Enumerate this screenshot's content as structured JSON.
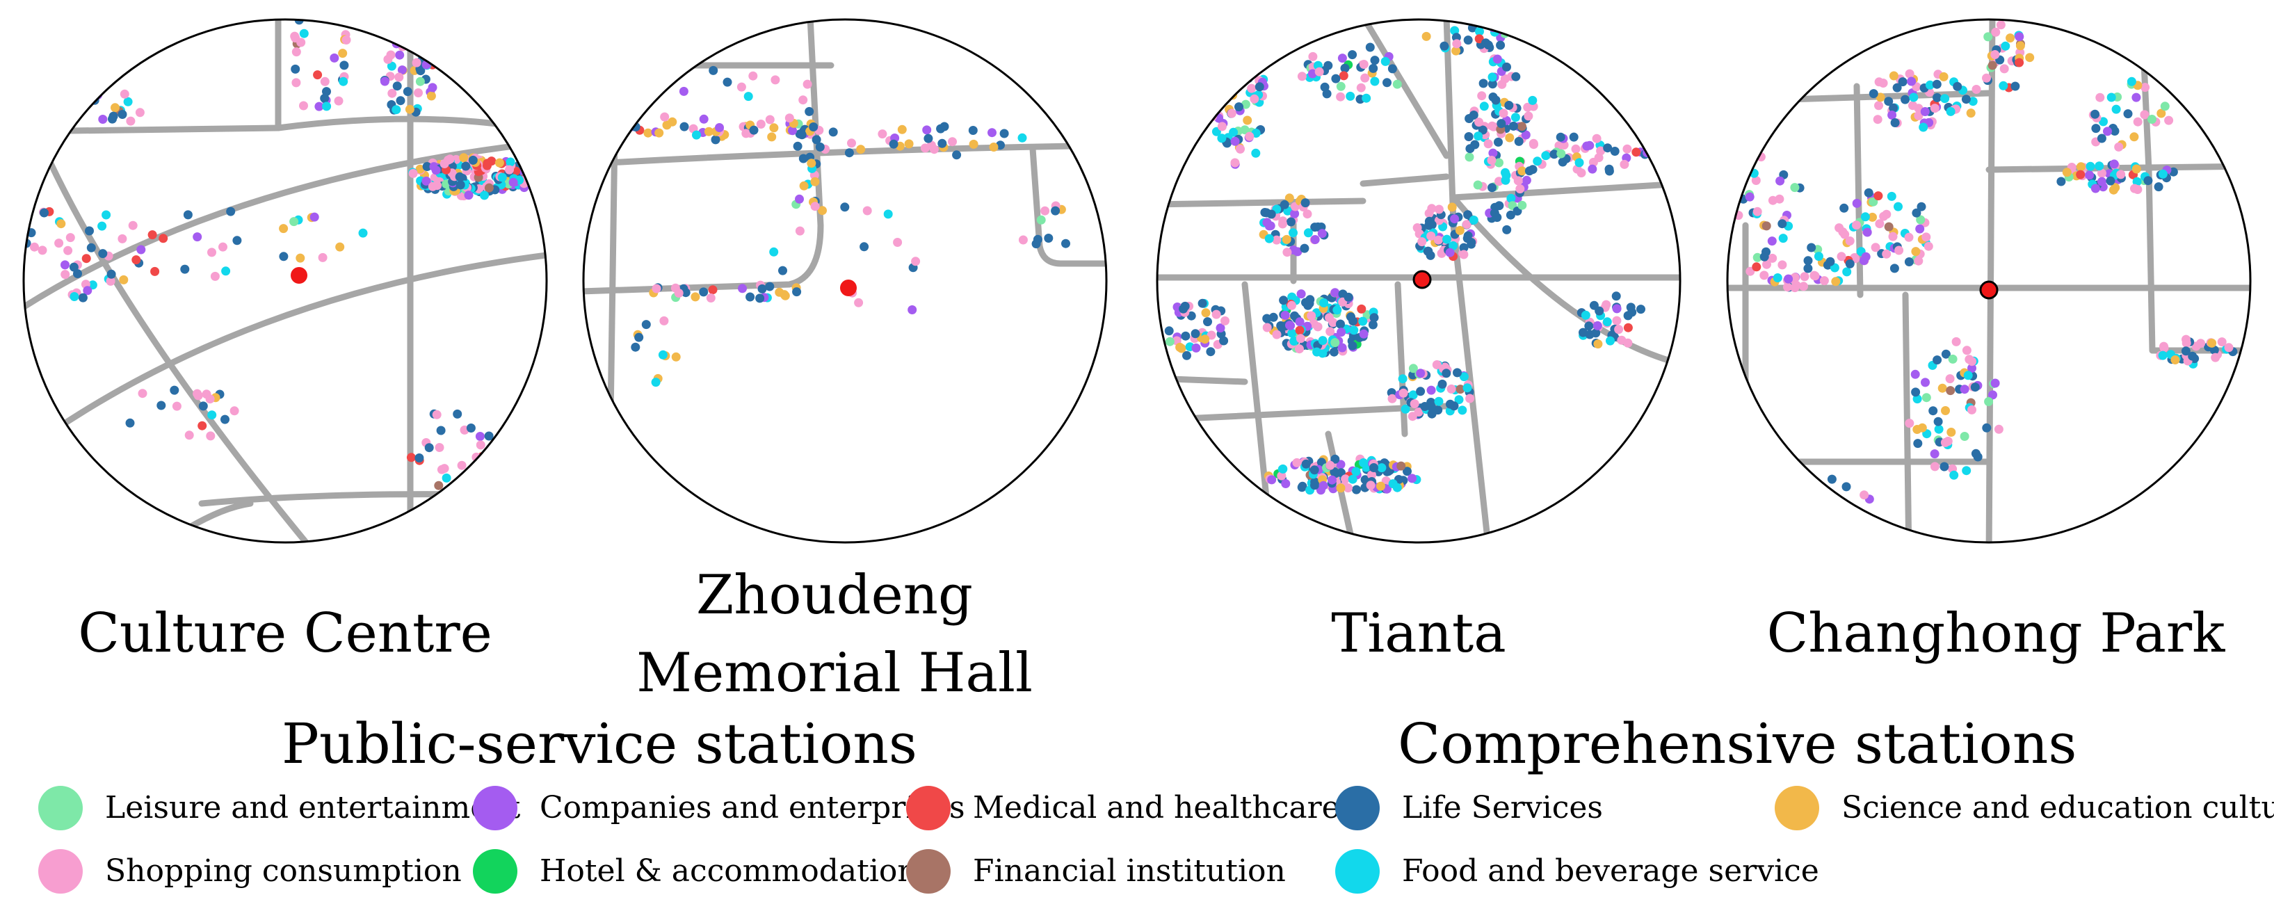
{
  "maps": [
    {
      "name": "Culture Centre",
      "station_marker": "red-dot-no-outline"
    },
    {
      "name": "Zhoudeng Memorial Hall",
      "station_marker": "red-dot-no-outline"
    },
    {
      "name": "Tianta",
      "station_marker": "red-dot-black-outline"
    },
    {
      "name": "Changhong Park",
      "station_marker": "red-dot-black-outline"
    }
  ],
  "groups": {
    "public_service": "Public-service stations",
    "comprehensive": "Comprehensive stations"
  },
  "legend": [
    {
      "key": "leisure",
      "label": "Leisure and entertainment",
      "color": "#7ee8a8"
    },
    {
      "key": "companies",
      "label": "Companies and enterprises",
      "color": "#a45cf0"
    },
    {
      "key": "medical",
      "label": "Medical and healthcare",
      "color": "#f04848"
    },
    {
      "key": "life",
      "label": "Life Services",
      "color": "#2a6ea6"
    },
    {
      "key": "science",
      "label": "Science and education culture",
      "color": "#f2b84a"
    },
    {
      "key": "shopping",
      "label": "Shopping consumption",
      "color": "#f79ed0"
    },
    {
      "key": "hotel",
      "label": "Hotel & accommodation",
      "color": "#12d45c"
    },
    {
      "key": "financial",
      "label": "Financial institution",
      "color": "#a87466"
    },
    {
      "key": "food",
      "label": "Food and beverage service",
      "color": "#12d8ec"
    }
  ],
  "colors": {
    "road": "#a6a6a6",
    "station": "#f01818",
    "circle_border": "#000000"
  }
}
